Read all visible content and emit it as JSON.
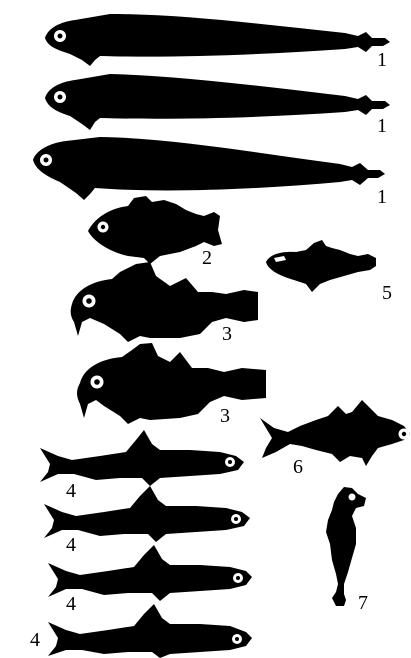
{
  "figure": {
    "background_color": "#ffffff",
    "silhouette_color": "#000000",
    "eye_color": "#ffffff"
  },
  "labels": {
    "fish_1a": "1",
    "fish_1b": "1",
    "fish_1c": "1",
    "fish_2": "2",
    "fish_3a": "3",
    "fish_3b": "3",
    "fish_4a": "4",
    "fish_4b": "4",
    "fish_4c": "4",
    "fish_4d": "4",
    "fish_5": "5",
    "fish_6": "6",
    "seahorse_7": "7"
  }
}
